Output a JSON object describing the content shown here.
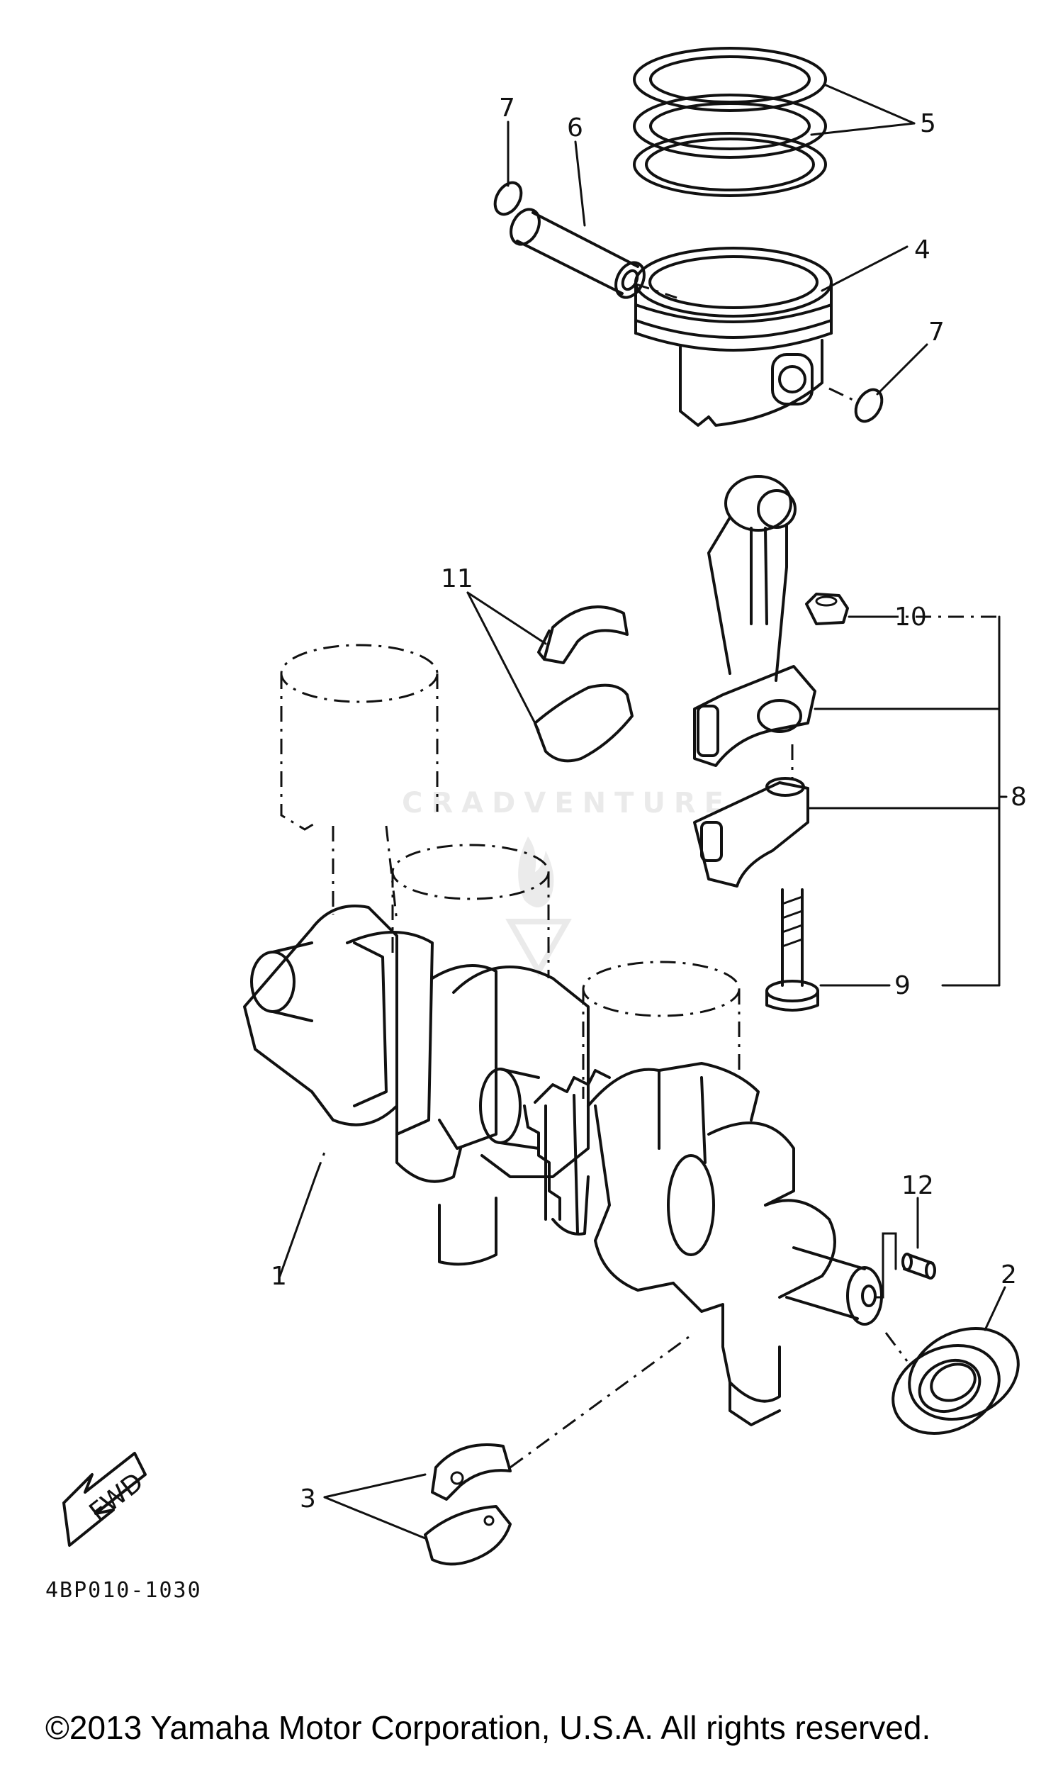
{
  "diagram": {
    "callouts": [
      "1",
      "2",
      "3",
      "4",
      "5",
      "6",
      "7",
      "7",
      "8",
      "9",
      "10",
      "11",
      "12"
    ],
    "fwd_label": "FWD",
    "drawing_code": "4BP010-1030",
    "copyright": "©2013 Yamaha Motor Corporation, U.S.A. All rights reserved."
  },
  "watermark": {
    "text": "CRADVENTURE",
    "icon": "flame-logo-icon"
  }
}
